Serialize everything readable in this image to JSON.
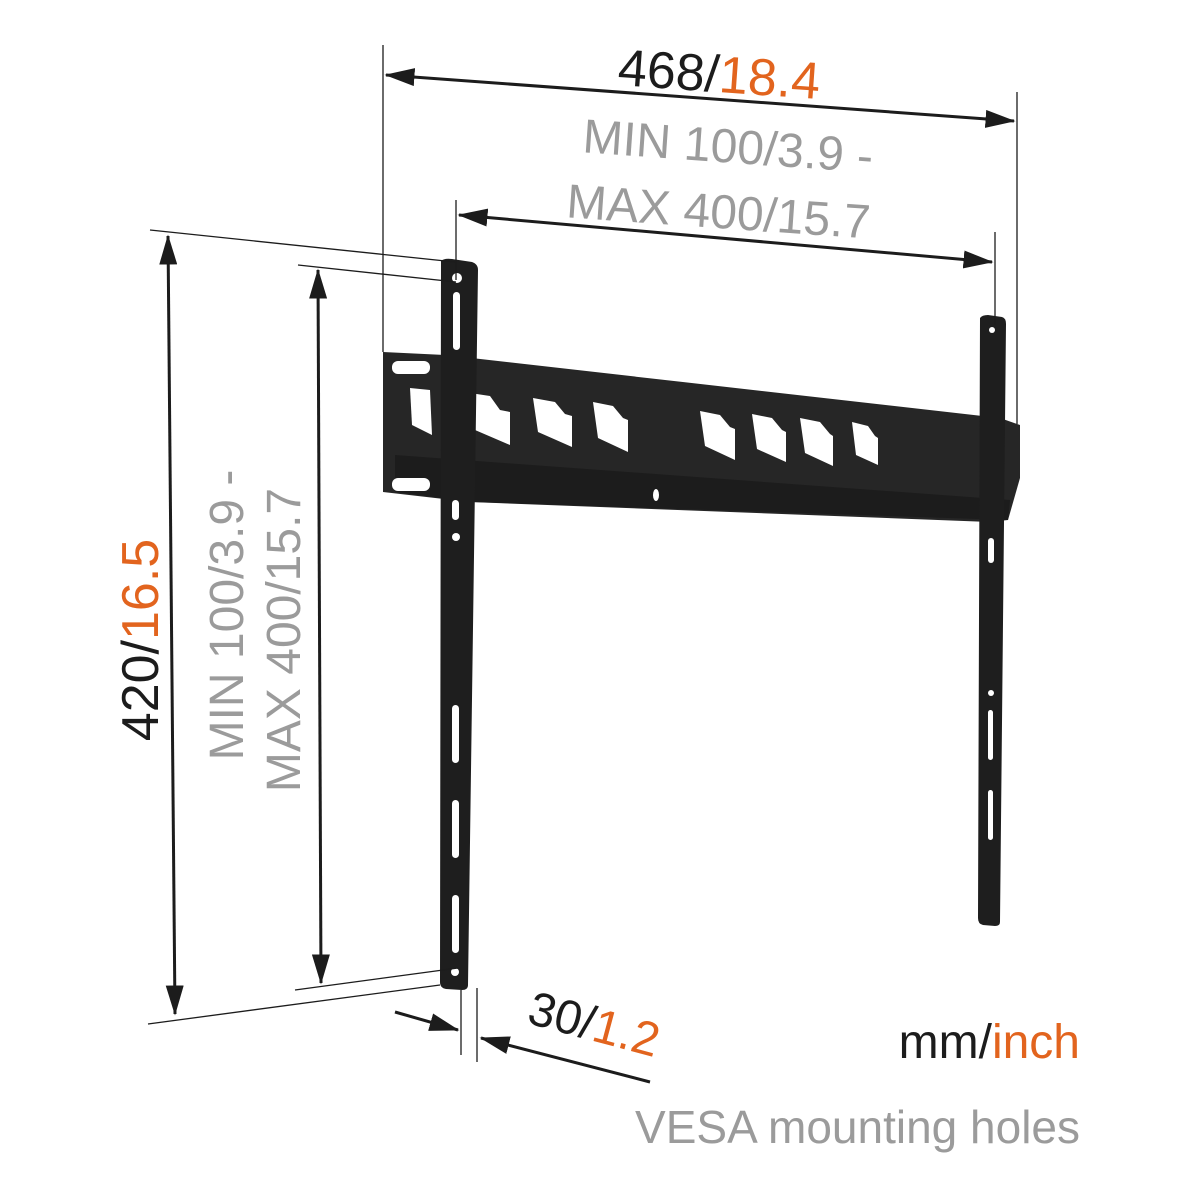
{
  "overall_width": {
    "mm": "468",
    "sep": "/",
    "inch": "18.4"
  },
  "overall_height": {
    "mm": "420",
    "sep": "/",
    "inch": "16.5"
  },
  "vesa_horizontal": {
    "line1": "MIN 100/3.9 -",
    "line2_a": "MAX 400/",
    "line2_b": "15.7"
  },
  "vesa_vertical": {
    "line1": "MIN 100/3.9 -",
    "line2": "MAX 400/15.7"
  },
  "depth": {
    "mm": "30",
    "sep": "/",
    "inch": "1.2"
  },
  "legend": {
    "mm": "mm",
    "sep": "/",
    "inch": "inch",
    "caption": "VESA mounting holes"
  },
  "colors": {
    "dark": "#1c1c1c",
    "gray": "#9b9b9b",
    "orange": "#e2641e",
    "bracket": "#232323"
  }
}
